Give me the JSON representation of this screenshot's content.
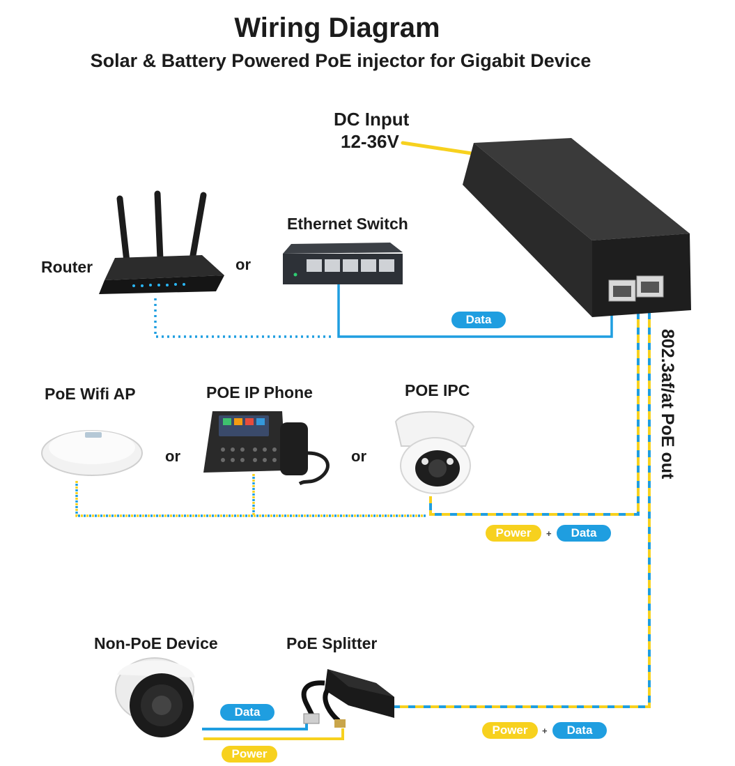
{
  "title": "Wiring Diagram",
  "subtitle": "Solar & Battery Powered PoE injector for Gigabit Device",
  "dc_input": {
    "line1": "DC Input",
    "line2": "12-36V"
  },
  "devices": {
    "router": "Router",
    "ethernet_switch": "Ethernet Switch",
    "poe_wifi_ap": "PoE Wifi AP",
    "poe_ip_phone": "POE IP Phone",
    "poe_ipc": "POE IPC",
    "non_poe_device": "Non-PoE Device",
    "poe_splitter": "PoE Splitter"
  },
  "or_label": "or",
  "poe_out_label": "802.3af/at PoE out",
  "tags": {
    "data": "Data",
    "power": "Power",
    "plus": "+"
  },
  "colors": {
    "data_line": "#1f9ee0",
    "power_line": "#f7d11e",
    "device_dark": "#232323",
    "device_white": "#eeeeee"
  }
}
